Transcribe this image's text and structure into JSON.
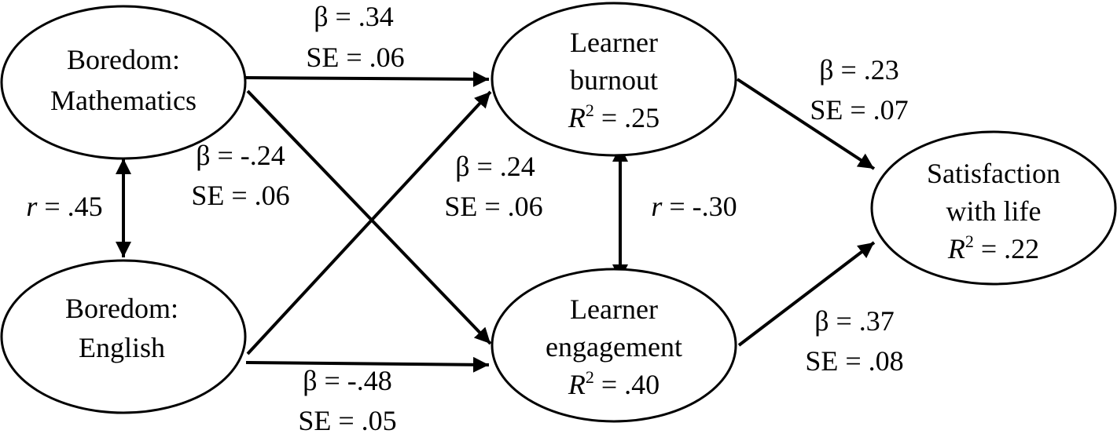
{
  "diagram": {
    "nodes": {
      "bm": {
        "line1": "Boredom:",
        "line2": "Mathematics"
      },
      "be": {
        "line1": "Boredom:",
        "line2": "English"
      },
      "lb": {
        "line1": "Learner",
        "line2": "burnout",
        "r2_sym": "R",
        "r2_exp": "2",
        "r2_val": " = .25"
      },
      "le": {
        "line1": "Learner",
        "line2": "engagement",
        "r2_sym": "R",
        "r2_exp": "2",
        "r2_val": " = .40"
      },
      "sl": {
        "line1": "Satisfaction",
        "line2": "with life",
        "r2_sym": "R",
        "r2_exp": "2",
        "r2_val": " = .22"
      }
    },
    "paths": {
      "bm_lb": {
        "beta": "β = .34",
        "se": "SE = .06"
      },
      "bm_le": {
        "beta": "β = -.24",
        "se": "SE = .06"
      },
      "be_lb": {
        "beta": "β = .24",
        "se": "SE = .06"
      },
      "be_le": {
        "beta": "β = -.48",
        "se": "SE = .05"
      },
      "lb_sl": {
        "beta": "β = .23",
        "se": "SE = .07"
      },
      "le_sl": {
        "beta": "β = .37",
        "se": "SE = .08"
      }
    },
    "correlations": {
      "boredom": {
        "sym": "r",
        "val": " = .45"
      },
      "learner": {
        "sym": "r",
        "val": " = -.30"
      }
    }
  }
}
